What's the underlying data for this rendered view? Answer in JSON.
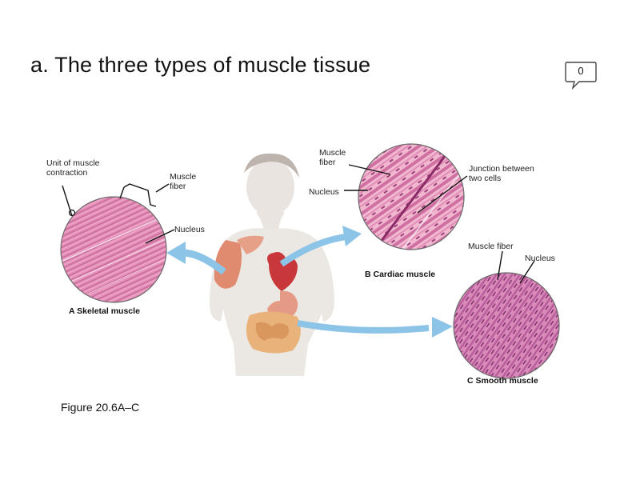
{
  "slide": {
    "title": "a. The three types of muscle tissue",
    "badge_count": "0",
    "figure_caption": "Figure 20.6A–C"
  },
  "diagram": {
    "skeletal": {
      "caption": "A  Skeletal muscle",
      "label_unit": "Unit of muscle contraction",
      "label_fiber": "Muscle fiber",
      "label_nucleus": "Nucleus"
    },
    "cardiac": {
      "caption": "B  Cardiac muscle",
      "label_fiber": "Muscle fiber",
      "label_nucleus": "Nucleus",
      "label_junction": "Junction between two cells"
    },
    "smooth": {
      "caption": "C  Smooth muscle",
      "label_fiber": "Muscle fiber",
      "label_nucleus": "Nucleus"
    }
  },
  "colors": {
    "tissue_pink": "#e58fb8",
    "arrow_blue": "#8cc4e8",
    "body_skin": "#e6e2dd"
  }
}
